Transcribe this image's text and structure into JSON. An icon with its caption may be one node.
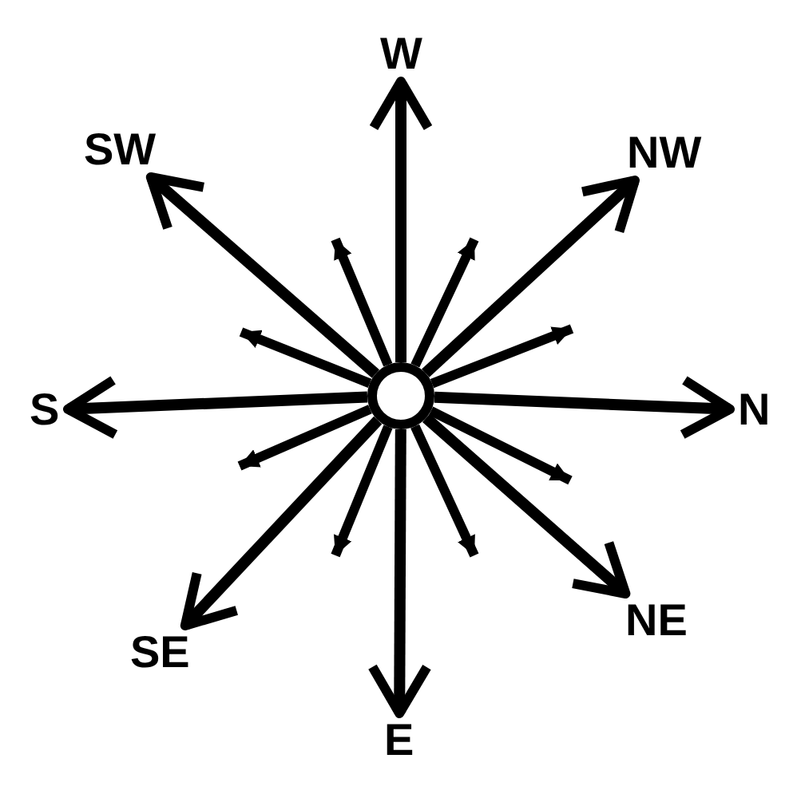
{
  "diagram": {
    "nodes": [
      {
        "text": [
          "W"
        ]
      },
      {
        "text": [
          "SW"
        ]
      },
      {
        "text": [
          "NW"
        ]
      },
      {
        "text": [
          "S"
        ]
      },
      {
        "text": [],
        "shape": "circle"
      },
      {
        "text": [
          "N"
        ]
      },
      {
        "text": [
          "NE"
        ]
      },
      {
        "text": [
          "SE"
        ]
      },
      {
        "text": [
          "E"
        ]
      }
    ],
    "edges": [
      {
        "from": 4,
        "to": 0,
        "arrow": "to"
      },
      {
        "from": 4,
        "to": 2,
        "arrow": "to"
      },
      {
        "from": 4,
        "to": 5,
        "arrow": "to"
      },
      {
        "from": 4,
        "to": 6,
        "arrow": "to"
      },
      {
        "from": 4,
        "to": 8,
        "arrow": "to"
      },
      {
        "from": 4,
        "to": 7,
        "arrow": "to"
      },
      {
        "from": 4,
        "to": 3,
        "arrow": "to"
      },
      {
        "from": 4,
        "to": 1,
        "arrow": "to"
      },
      {
        "from": 4,
        "to": null,
        "arrow": "to"
      },
      {
        "from": 4,
        "to": null,
        "arrow": "to"
      },
      {
        "from": 4,
        "to": null,
        "arrow": "to"
      },
      {
        "from": 4,
        "to": null,
        "arrow": "to"
      },
      {
        "from": 4,
        "to": null,
        "arrow": "to"
      },
      {
        "from": 4,
        "to": null,
        "arrow": "to"
      },
      {
        "from": 4,
        "to": null,
        "arrow": "to"
      },
      {
        "from": 4,
        "to": null,
        "arrow": "to"
      }
    ]
  }
}
